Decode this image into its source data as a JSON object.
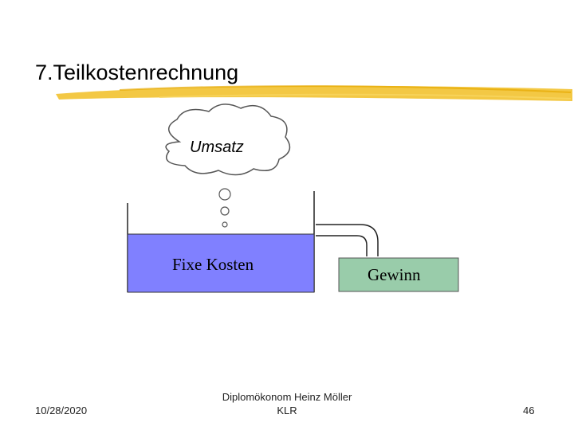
{
  "slide": {
    "title": "7.Teilkostenrechnung"
  },
  "diagram": {
    "cloud_label": "Umsatz",
    "tank_label": "Fixe Kosten",
    "outlet_label": "Gewinn",
    "colors": {
      "tank_fill": "#8080ff",
      "outlet_fill": "#99ccaa",
      "title_underline": "#f2c230"
    }
  },
  "footer": {
    "date": "10/28/2020",
    "author": "Diplomökonom Heinz Möller",
    "subject": "KLR",
    "page_number": "46"
  }
}
